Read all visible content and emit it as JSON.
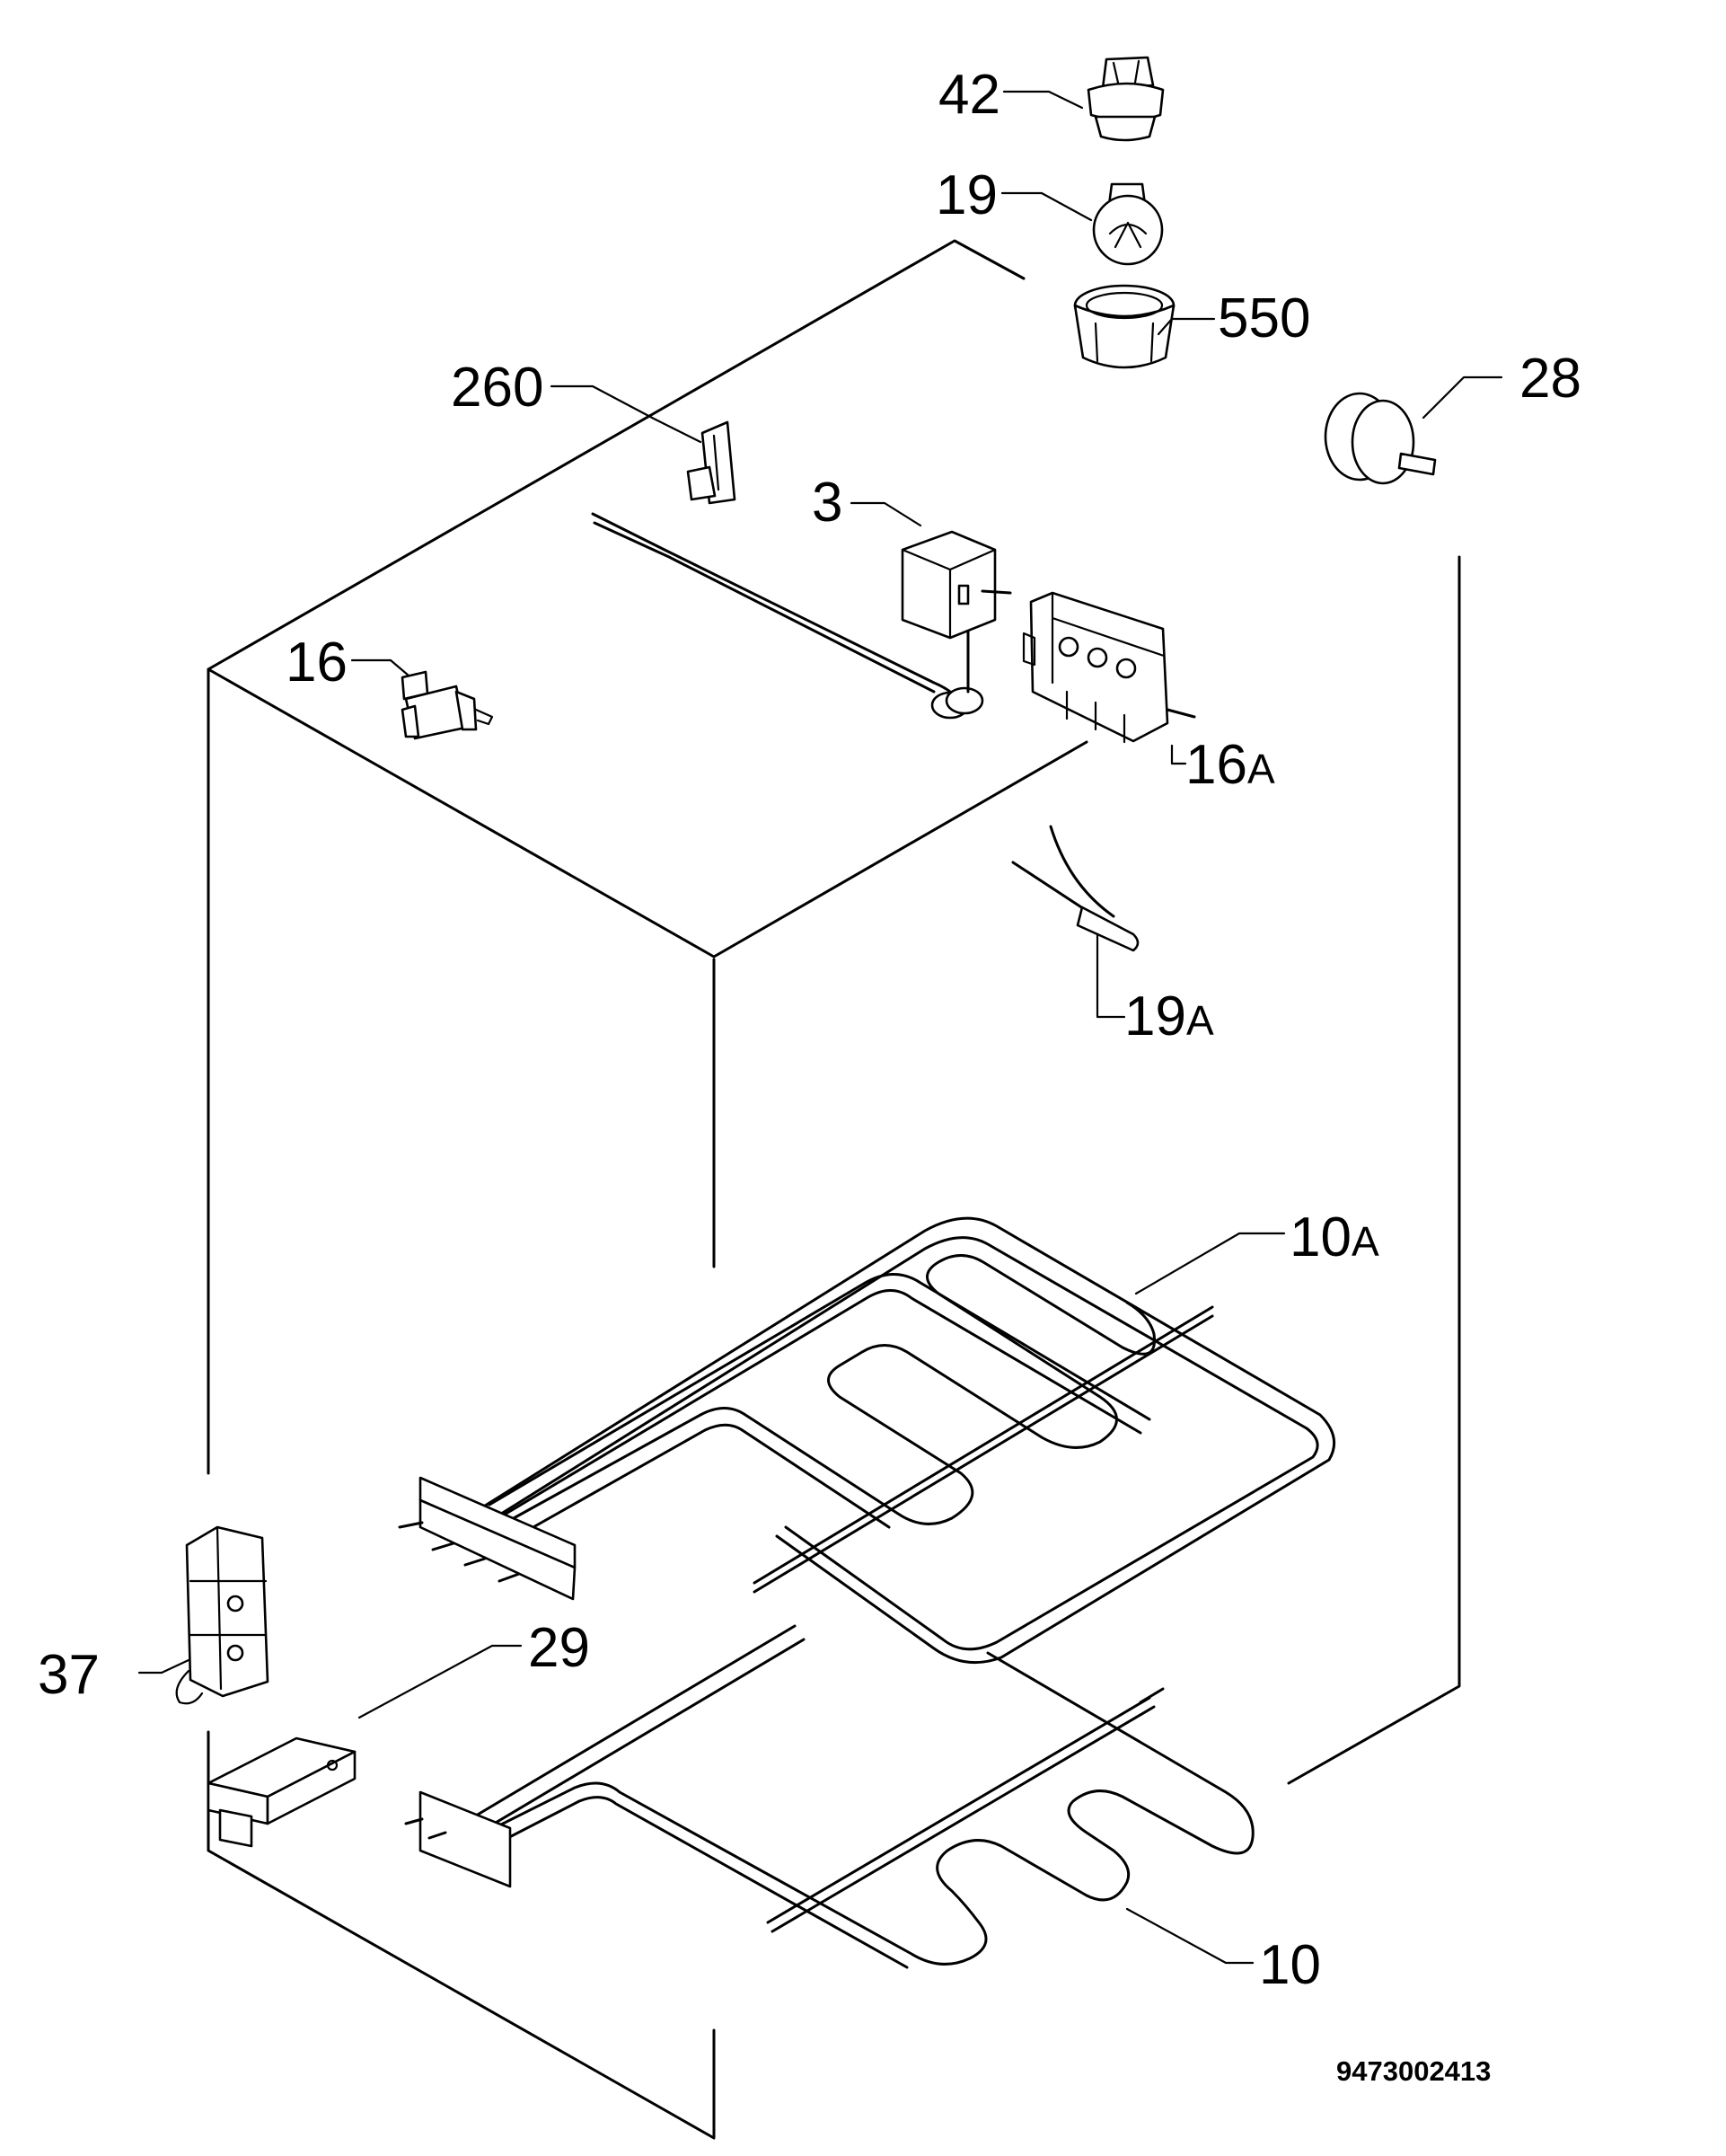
{
  "diagram": {
    "callouts": [
      {
        "id": "42",
        "label": "42"
      },
      {
        "id": "19",
        "label": "19"
      },
      {
        "id": "550",
        "label": "550"
      },
      {
        "id": "28",
        "label": "28"
      },
      {
        "id": "260",
        "label": "260"
      },
      {
        "id": "3",
        "label": "3"
      },
      {
        "id": "16",
        "label": "16"
      },
      {
        "id": "16A",
        "label": "16",
        "suffix": "A"
      },
      {
        "id": "19A",
        "label": "19",
        "suffix": "A"
      },
      {
        "id": "10A",
        "label": "10",
        "suffix": "A"
      },
      {
        "id": "37",
        "label": "37"
      },
      {
        "id": "29",
        "label": "29"
      },
      {
        "id": "10",
        "label": "10"
      }
    ],
    "document_number": "9473002413"
  }
}
